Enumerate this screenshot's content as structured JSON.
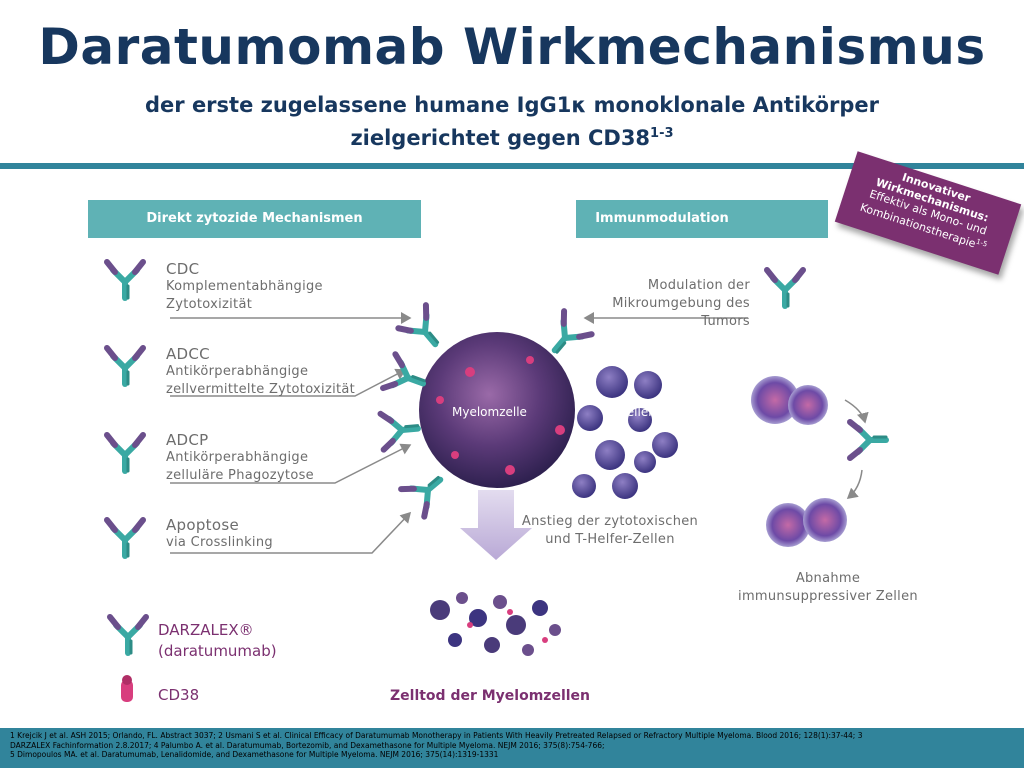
{
  "title": "Daratumomab Wirkmechanismus",
  "subtitle": {
    "line1": "der erste zugelassene humane IgG1κ monoklonale Antikörper",
    "line2": "zielgerichtet gegen CD38",
    "line2_sup": "1-3"
  },
  "badge": {
    "line1": "Innovativer",
    "line2": "Wirkmechanismus:",
    "line3": "Effektiv als Mono- und",
    "line4": "Kombinationstherapie",
    "line4_sup": "1-5"
  },
  "headers": {
    "left": "Direkt zytozide Mechanismen",
    "right": "Immunmodulation"
  },
  "mechanisms": [
    {
      "name": "CDC",
      "line1": "Komplementabhängige",
      "line2": "Zytotoxizität"
    },
    {
      "name": "ADCC",
      "line1": "Antikörperabhängige",
      "line2": "zellvermittelte Zytotoxizität"
    },
    {
      "name": "ADCP",
      "line1": "Antikörperabhängige",
      "line2": "zelluläre Phagozytose"
    },
    {
      "name": "Apoptose",
      "line1": "via Crosslinking",
      "line2": ""
    }
  ],
  "immune": {
    "modulation_line1": "Modulation der",
    "modulation_line2": "Mikroumgebung des Tumors",
    "anstieg_line1": "Anstieg der zytotoxischen",
    "anstieg_line2": "und T-Helfer-Zellen",
    "abnahme_line1": "Abnahme",
    "abnahme_line2": "immunsuppressiver Zellen"
  },
  "cells": {
    "myelom": "Myelomzelle",
    "tzellen": "T-Zellen"
  },
  "legend": {
    "darzalex": "DARZALEX®",
    "daratumumab": "(daratumumab)",
    "cd38": "CD38"
  },
  "outcome": "Zelltod der Myelomzellen",
  "references": [
    "1 Krejcik J et al. ASH 2015; Orlando, FL. Abstract 3037; 2 Usmani S et al. Clinical Efficacy of Daratumumab Monotherapy in Patients With Heavily Pretreated Relapsed or Refractory Multiple Myeloma. Blood 2016; 128(1):37-44; 3",
    "DARZALEX Fachinformation 2.8.2017; 4 Palumbo A. et al. Daratumumab, Bortezomib, and Dexamethasone for Multiple Myeloma. NEJM 2016; 375(8):754-766;",
    "5 Dimopoulos MA. et al. Daratumumab, Lenalidomide, and Dexamethasone for Multiple Myeloma. NEJM 2016; 375(14):1319-1331"
  ],
  "colors": {
    "title": "#17375e",
    "accent": "#31849b",
    "header": "#5fb2b5",
    "badge": "#7b3070",
    "antibody_teal": "#3aa9a3",
    "antibody_purple": "#6b4f8c",
    "cd38_pink": "#d83e7e"
  }
}
